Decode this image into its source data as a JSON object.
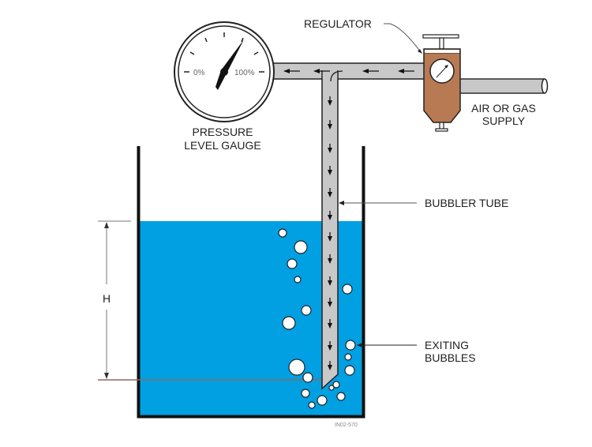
{
  "labels": {
    "regulator": "REGULATOR",
    "supply_line1": "AIR OR GAS",
    "supply_line2": "SUPPLY",
    "gauge_line1": "PRESSURE",
    "gauge_line2": "LEVEL GAUGE",
    "bubbler_tube": "BUBBLER TUBE",
    "bubbles_line1": "EXITING",
    "bubbles_line2": "BUBBLES",
    "height": "H",
    "figure_id": "IN02-570"
  },
  "gauge": {
    "min_label": "0%",
    "max_label": "100%"
  },
  "colors": {
    "water": "#00a0e3",
    "regulator": "#b87a52",
    "pipe": "#c8c8c8"
  }
}
